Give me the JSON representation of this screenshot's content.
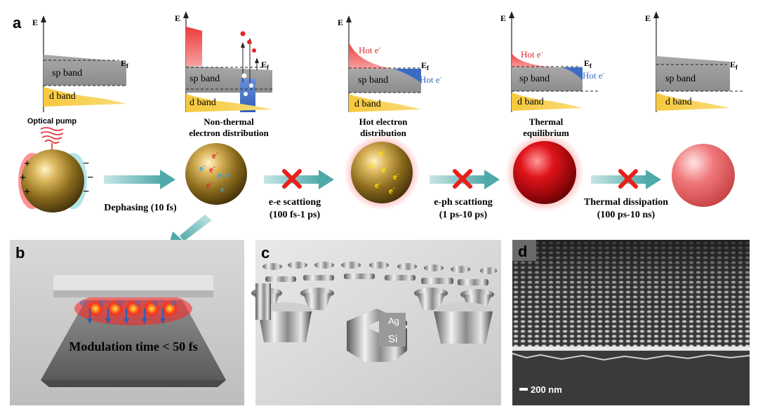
{
  "panel_labels": {
    "a": "a",
    "b": "b",
    "c": "c",
    "d": "d"
  },
  "energy_diagrams": {
    "axis_label": "E",
    "fermi_label": "E",
    "fermi_subscript": "f",
    "sp_band": "sp band",
    "d_band": "d band",
    "hot_e_label": "Hot e",
    "electron_superscript": "-"
  },
  "stage_labels": {
    "pump": "Optical pump",
    "non_thermal_1": "Non-thermal",
    "non_thermal_2": "electron distribution",
    "hot_1": "Hot electron",
    "hot_2": "distribution",
    "thermal_1": "Thermal",
    "thermal_2": "equilibrium"
  },
  "process_labels": {
    "dephasing": "Dephasing (10 fs)",
    "ee_1": "e-e scattiong",
    "ee_2": "(100 fs-1 ps)",
    "eph_1": "e-ph scattiong",
    "eph_2": "(1 ps-10 ps)",
    "diss_1": "Thermal dissipation",
    "diss_2": "(100 ps-10 ns)"
  },
  "charges": {
    "plus": "+",
    "minus": "−"
  },
  "electron_symbol": "e",
  "panel_b": {
    "caption": "Modulation time < 50 fs",
    "electron": "e⁻"
  },
  "panel_c": {
    "ag": "Ag",
    "si": "Si"
  },
  "panel_d": {
    "scale": "200 nm"
  },
  "colors": {
    "arrow": "#5fb8b8",
    "cross": "#e8201c",
    "d_band": "#f7cf4a",
    "sp_band": "#9a9a9a",
    "hot_red": "#e3262a",
    "hot_blue": "#3b6cc4",
    "gold": "#b8902e"
  }
}
